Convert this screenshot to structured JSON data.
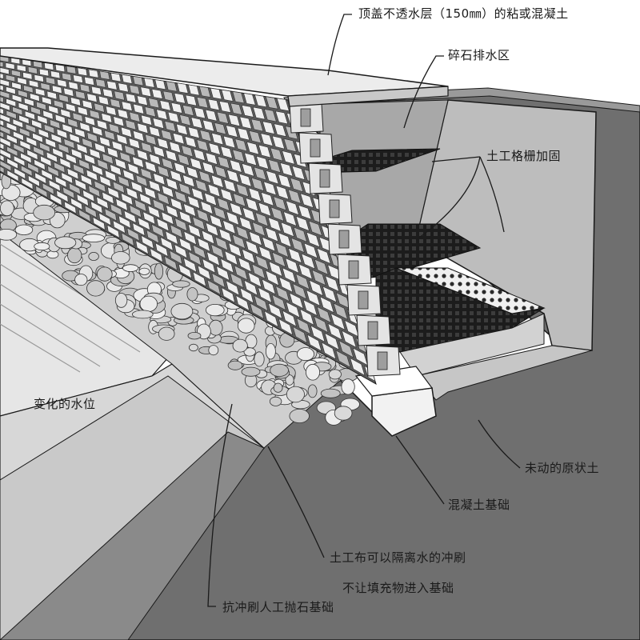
{
  "labels": {
    "cap": "顶盖不透水层（150㎜）的粘或混凝土",
    "gravel_drain": "碎石排水区",
    "geogrid": "土工格栅加固",
    "water_level": "变化的水位",
    "native_soil": "未动的原状土",
    "concrete_base": "混凝土基础",
    "geotextile_line1": "土工布可以隔离水的冲刷",
    "geotextile_line2": "不让填充物进入基础",
    "riprap": "抗冲刷人工抛石基础"
  },
  "colors": {
    "outline": "#1a1a1a",
    "native_soil": "#6f6f6f",
    "cut_face": "#bdbdbd",
    "geogrid": "#1c1c1c",
    "block_light": "#eeeeee",
    "block_shade": "#b9b9b9",
    "stone": "#d9d9d9",
    "water": "#e6e6e6"
  }
}
